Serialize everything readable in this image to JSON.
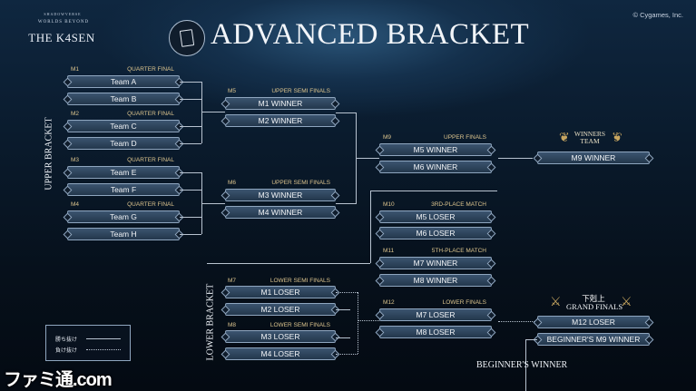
{
  "header": {
    "logo_top": "SHADOWVERSE",
    "logo_mid": "WORLDS BEYOND",
    "logo_main": "THE K4SEN",
    "title": "ADVANCED BRACKET",
    "copyright": "© Cygames, Inc."
  },
  "sections": {
    "upper": "UPPER BRACKET",
    "lower": "LOWER BRACKET"
  },
  "matches": {
    "m1": {
      "id": "M1",
      "round": "QUARTER FINAL",
      "a": "Team A",
      "b": "Team B"
    },
    "m2": {
      "id": "M2",
      "round": "QUARTER FINAL",
      "a": "Team C",
      "b": "Team D"
    },
    "m3": {
      "id": "M3",
      "round": "QUARTER FINAL",
      "a": "Team E",
      "b": "Team F"
    },
    "m4": {
      "id": "M4",
      "round": "QUARTER FINAL",
      "a": "Team G",
      "b": "Team H"
    },
    "m5": {
      "id": "M5",
      "round": "UPPER SEMI FINALS",
      "a": "M1 WINNER",
      "b": "M2 WINNER"
    },
    "m6": {
      "id": "M6",
      "round": "UPPER SEMI FINALS",
      "a": "M3 WINNER",
      "b": "M4 WINNER"
    },
    "m9": {
      "id": "M9",
      "round": "UPPER FINALS",
      "a": "M5 WINNER",
      "b": "M6 WINNER"
    },
    "m10": {
      "id": "M10",
      "round": "3RD-PLACE MATCH",
      "a": "M5 LOSER",
      "b": "M6 LOSER"
    },
    "m11": {
      "id": "M11",
      "round": "5TH-PLACE MATCH",
      "a": "M7 WINNER",
      "b": "M8 WINNER"
    },
    "m7": {
      "id": "M7",
      "round": "LOWER SEMI FINALS",
      "a": "M1 LOSER",
      "b": "M2 LOSER"
    },
    "m8": {
      "id": "M8",
      "round": "LOWER SEMI FINALS",
      "a": "M3 LOSER",
      "b": "M4 LOSER"
    },
    "m12": {
      "id": "M12",
      "round": "LOWER FINALS",
      "a": "M7 LOSER",
      "b": "M8 LOSER"
    }
  },
  "winners": {
    "label_1": "WINNERS",
    "label_2": "TEAM",
    "value": "M9 WINNER"
  },
  "grand_finals": {
    "jp": "下剋上",
    "label": "GRAND FINALS",
    "a": "M12 LOSER",
    "b": "BEGINNER'S M9 WINNER"
  },
  "beginners_winner": "BEGINNER'S WINNER",
  "legend": {
    "win": "勝ち抜け",
    "lose": "負け抜け"
  },
  "watermark": "ファミ通.com"
}
